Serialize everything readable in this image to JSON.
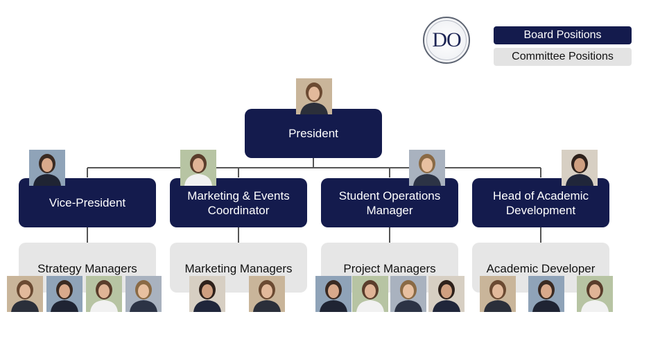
{
  "logo": {
    "text": "DO"
  },
  "legend": {
    "board": "Board Positions",
    "committee": "Committee Positions"
  },
  "president": {
    "title": "President"
  },
  "board": [
    {
      "title": "Vice-President"
    },
    {
      "title": "Marketing & Events Coordinator"
    },
    {
      "title": "Student Operations Manager"
    },
    {
      "title": "Head of Academic Development"
    }
  ],
  "committees": [
    {
      "title": "Strategy Managers"
    },
    {
      "title": "Marketing Managers"
    },
    {
      "title": "Project Managers"
    },
    {
      "title": "Academic Developer"
    }
  ],
  "colors": {
    "board": "#141b4d",
    "committee": "#e6e6e6",
    "connector": "#555555"
  }
}
